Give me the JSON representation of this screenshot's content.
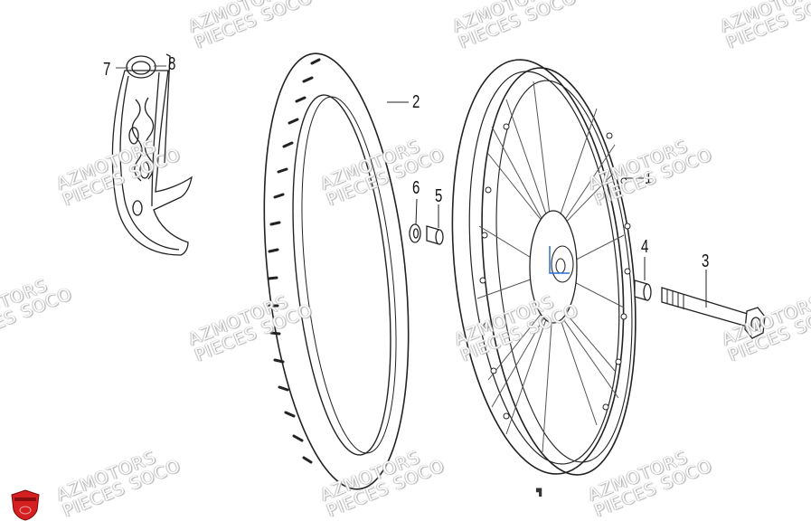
{
  "diagram": {
    "type": "exploded-parts-view",
    "subject": "Front wheel assembly",
    "callouts": [
      {
        "id": "1",
        "label": "1",
        "part": "front-wheel-rim-spokes-hub"
      },
      {
        "id": "2",
        "label": "2",
        "part": "front-tire"
      },
      {
        "id": "3",
        "label": "3",
        "part": "front-axle-bolt"
      },
      {
        "id": "4",
        "label": "4",
        "part": "spacer-right"
      },
      {
        "id": "5",
        "label": "5",
        "part": "spacer-left"
      },
      {
        "id": "6",
        "label": "6",
        "part": "dust-seal"
      },
      {
        "id": "7",
        "label": "7",
        "part": "fender-bracket-tube"
      },
      {
        "id": "8",
        "label": "8",
        "part": "front-fender"
      }
    ],
    "watermark": {
      "line1": "AZMOTORS",
      "line2": "PIECES SOCO"
    },
    "logo": {
      "name": "azmotors-shield-logo",
      "text": "AZMOTORS",
      "color": "#d42020"
    },
    "axis_marker_color": "#2a6fd6",
    "bottom_mark": "▜"
  }
}
